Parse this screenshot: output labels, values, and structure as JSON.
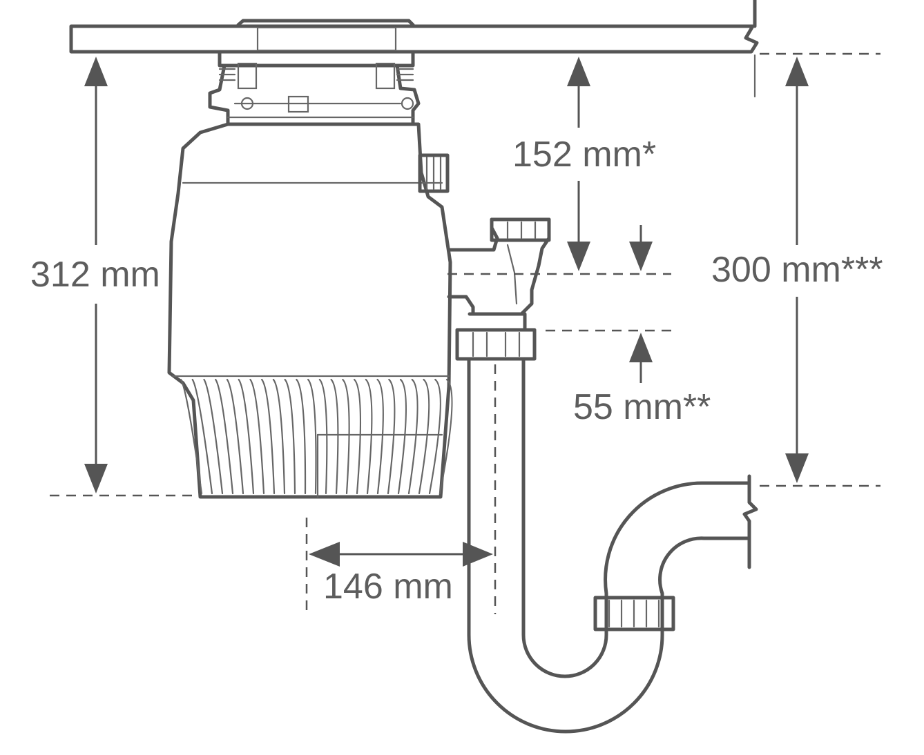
{
  "dimensions": {
    "disposer_height": "312 mm",
    "sink_to_inlet": "152 mm*",
    "sink_to_trap_outlet": "300 mm***",
    "inlet_to_trap_top": "55 mm**",
    "disposer_to_trap_center": "146 mm"
  },
  "colors": {
    "line": "#555555",
    "label": "#5d5d5d",
    "background": "#ffffff"
  }
}
